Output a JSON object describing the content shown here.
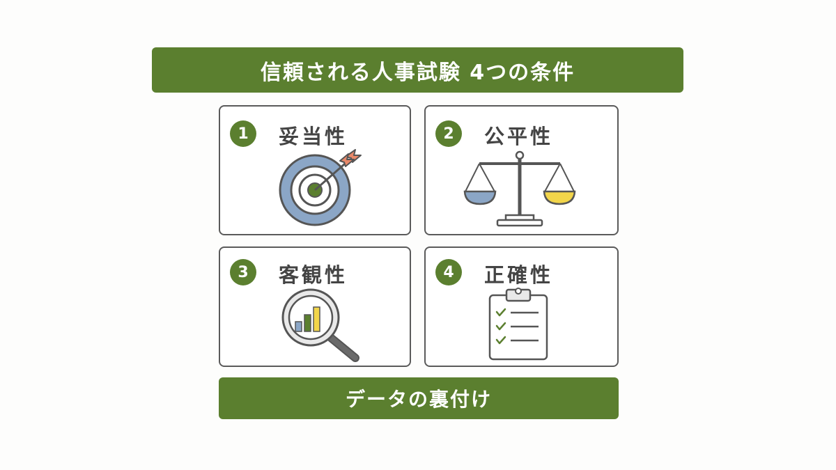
{
  "title": "信頼される人事試験 4つの条件",
  "cards": [
    {
      "number": "1",
      "label": "妥当性",
      "icon": "target-icon"
    },
    {
      "number": "2",
      "label": "公平性",
      "icon": "scale-icon"
    },
    {
      "number": "3",
      "label": "客観性",
      "icon": "magnifier-chart-icon"
    },
    {
      "number": "4",
      "label": "正確性",
      "icon": "clipboard-checklist-icon"
    }
  ],
  "footer": "データの裏付け",
  "colors": {
    "accent": "#5b7f2f",
    "blue": "#8ba6c6",
    "yellow": "#f2d54a",
    "arrow_orange": "#e8896a",
    "outline": "#555555"
  }
}
